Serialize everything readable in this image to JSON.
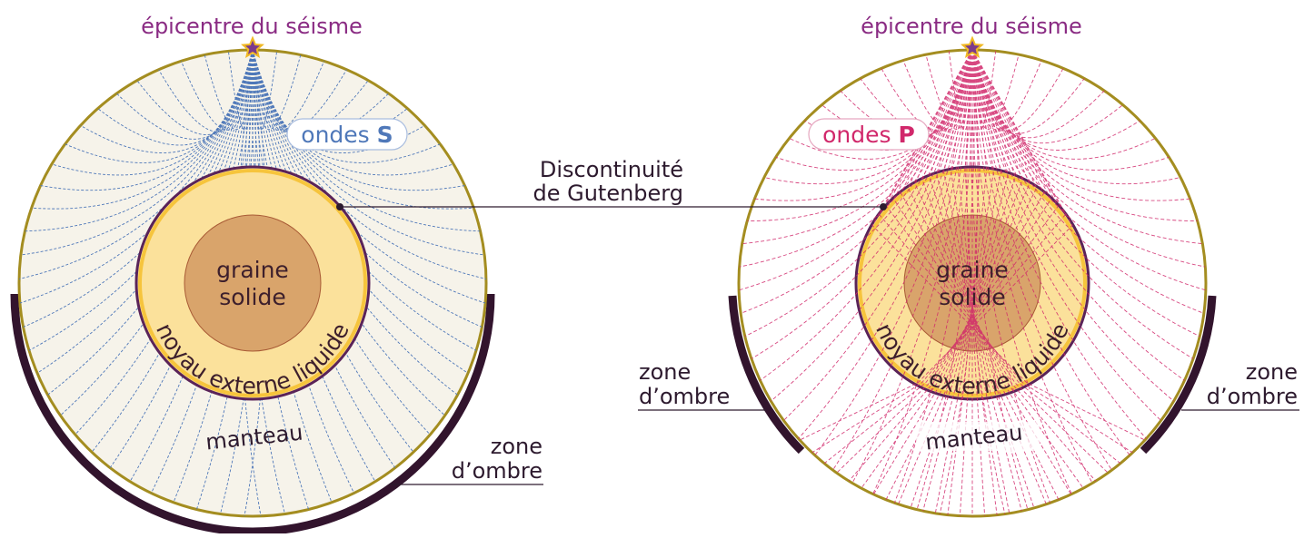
{
  "left_panel": {
    "epicenter_label": "épicentre du séisme",
    "wave_badge_prefix": "ondes ",
    "wave_badge_letter": "S",
    "inner_core_line1": "graine",
    "inner_core_line2": "solide",
    "outer_core_label": "noyau externe liquide",
    "mantle_label": "manteau",
    "shadow_label_line1": "zone",
    "shadow_label_line2": "d’ombre"
  },
  "right_panel": {
    "epicenter_label": "épicentre du séisme",
    "wave_badge_prefix": "ondes ",
    "wave_badge_letter": "P",
    "inner_core_line1": "graine",
    "inner_core_line2": "solide",
    "outer_core_label": "noyau externe liquide",
    "mantle_label": "manteau",
    "shadow_left_line1": "zone",
    "shadow_left_line2": "d’ombre",
    "shadow_right_line1": "zone",
    "shadow_right_line2": "d’ombre"
  },
  "center": {
    "discontinuity_line1": "Discontinuité",
    "discontinuity_line2": "de Gutenberg"
  },
  "colors": {
    "s_wave": "#4f78b9",
    "p_wave": "#d1286b",
    "earth_outline": "#a48d20",
    "core_boundary": "#5a2358",
    "outer_core": "#fbe19b",
    "inner_core": "#d9a46b",
    "mantle_fill": "#f6f3ea",
    "shadow_zone": "#32142d",
    "label_purple": "#8a2b83"
  }
}
